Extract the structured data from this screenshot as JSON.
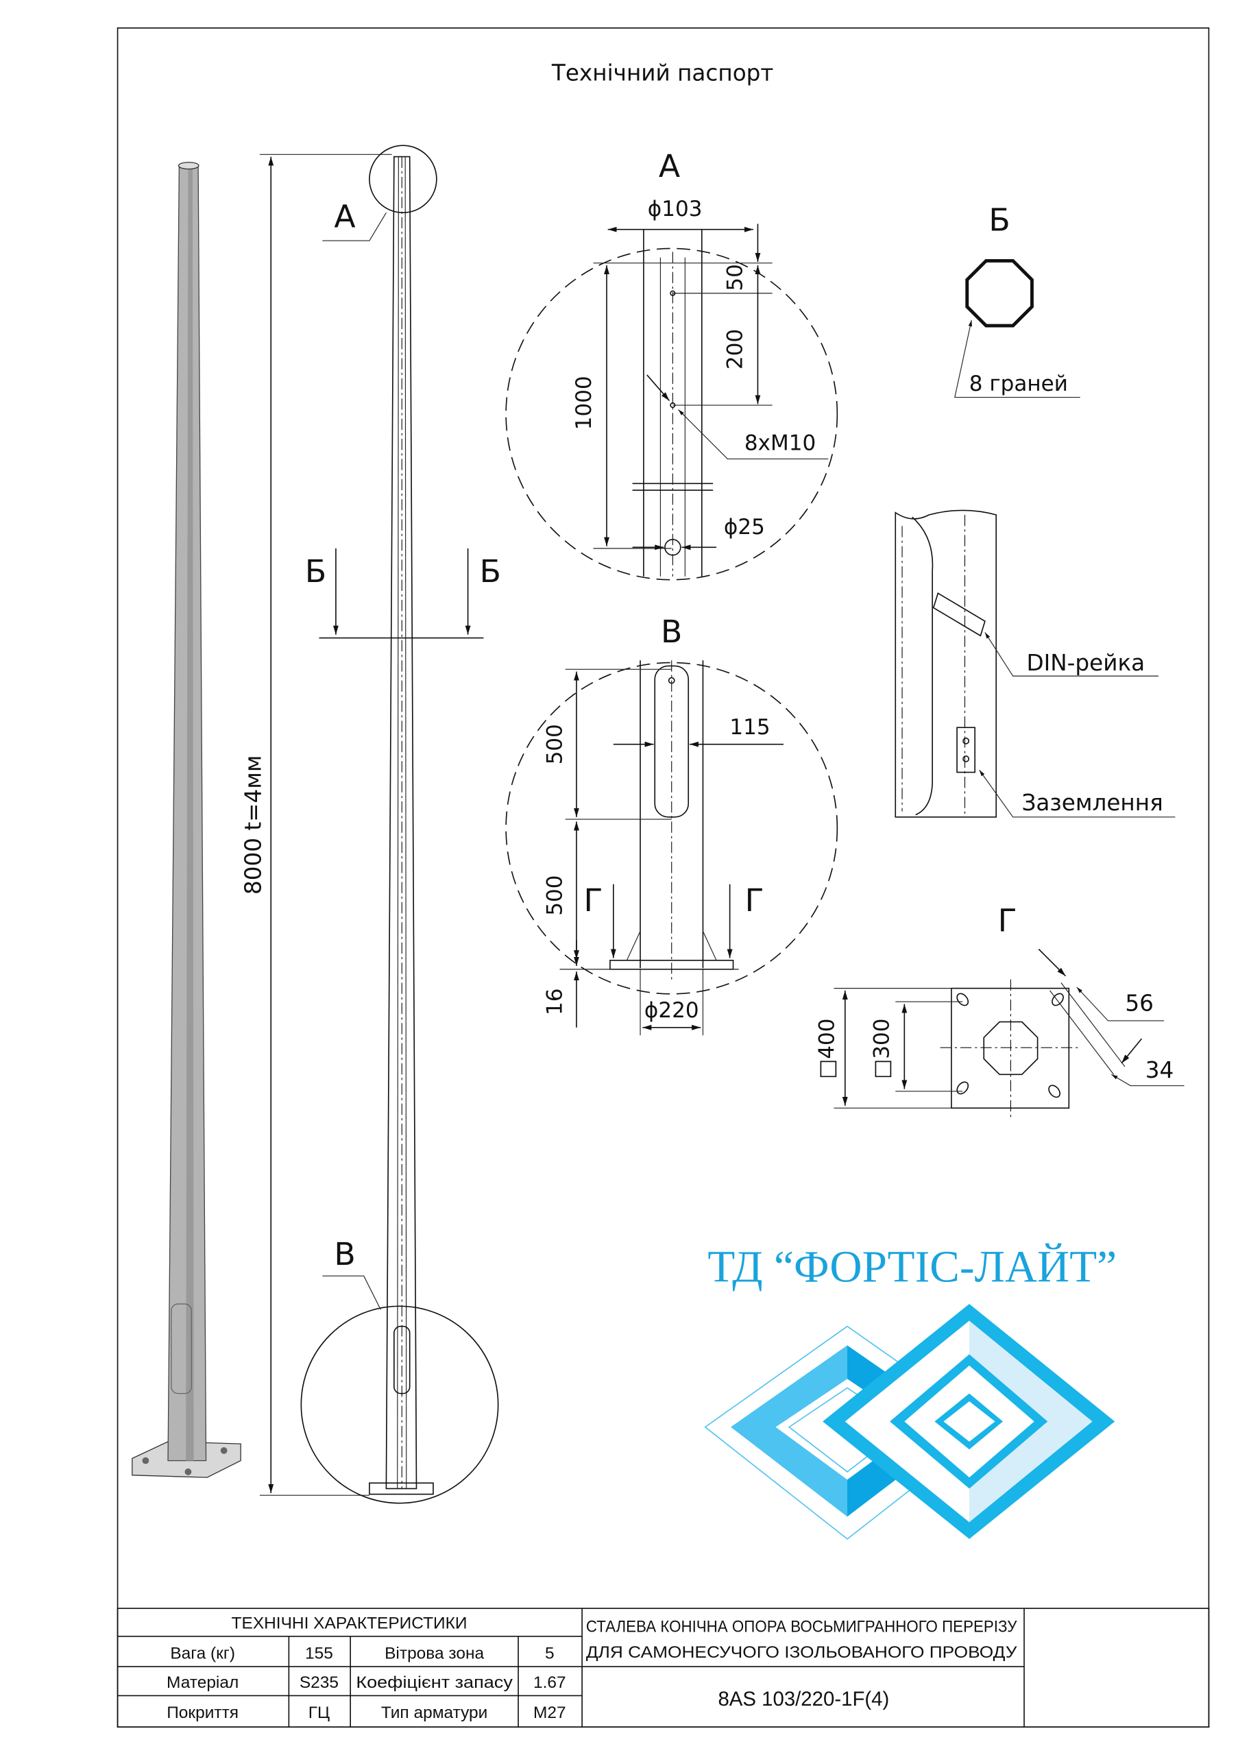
{
  "title": "Технічний паспорт",
  "elevation": {
    "height_label": "8000 t=4мм",
    "callout_a": "А",
    "section_b_left": "Б",
    "section_b_right": "Б",
    "callout_v": "В"
  },
  "detail_a": {
    "title": "А",
    "diameter_top": "ϕ103",
    "dim_50": "50",
    "dim_200": "200",
    "dim_1000": "1000",
    "holes": "8xM10",
    "diameter_hole": "ϕ25"
  },
  "detail_b": {
    "title": "Б",
    "faces": "8 граней"
  },
  "detail_v": {
    "title": "В",
    "dim_115": "115",
    "dim_500_top": "500",
    "dim_500_bottom": "500",
    "section_g_left": "Г",
    "section_g_right": "Г",
    "dim_16": "16",
    "diameter_base": "ϕ220"
  },
  "detail_door": {
    "din_rail": "DIN-рейка",
    "grounding": "Заземлення"
  },
  "detail_g": {
    "title": "Г",
    "plate_size": "□400",
    "bolt_spacing": "□300",
    "slot_length": "56",
    "slot_width": "34"
  },
  "logo": {
    "text": "ТД “ФОРТІС-ЛАЙТ”",
    "colors": [
      "#0aa5e2",
      "#4cc3f0",
      "#d6eefa",
      "#19b4e8"
    ]
  },
  "table": {
    "header": "ТЕХНІЧНІ ХАРАКТЕРИСТИКИ",
    "rows": [
      [
        "Вага (кг)",
        "155",
        "Вітрова зона",
        "5"
      ],
      [
        "Матеріал",
        "S235",
        "Коефіцієнт запасу",
        "1.67"
      ],
      [
        "Покриття",
        "ГЦ",
        "Тип арматури",
        "M27"
      ]
    ],
    "product_line1": "СТАЛЕВА КОНІЧНА ОПОРА ВОСЬМИГРАННОГО ПЕРЕРІЗУ",
    "product_line2": "ДЛЯ САМОНЕСУЧОГО ІЗОЛЬОВАНОГО ПРОВОДУ",
    "product_code": "8AS 103/220-1F(4)"
  }
}
